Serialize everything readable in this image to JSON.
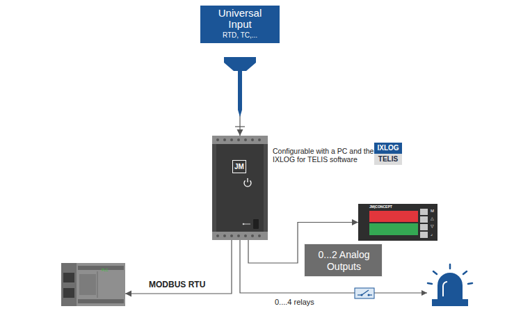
{
  "diagram": {
    "nodes": [
      {
        "text": [
          "Universal Input",
          "RTD, TC,..."
        ]
      },
      {
        "text": [
          "JM"
        ]
      },
      {
        "text": [
          "IXLOG",
          "TELIS"
        ]
      },
      {
        "text": [
          "JM|CONCEPT",
          "M",
          "△",
          "▽",
          "⌟"
        ]
      },
      {
        "text": [
          "0...2 Analog Outputs"
        ]
      },
      {
        "text": [
          "PLC"
        ]
      }
    ],
    "edges": [
      {
        "from": 0,
        "to": 1,
        "arrow": "to"
      },
      {
        "from": 1,
        "to": 3,
        "arrow": "to"
      },
      {
        "from": 1,
        "to": 5,
        "label": "MODBUS RTU",
        "arrow": "to"
      }
    ],
    "labels": [
      "Configurable with a PC and the IXLOG for TELIS software",
      "0....4 relays"
    ]
  }
}
